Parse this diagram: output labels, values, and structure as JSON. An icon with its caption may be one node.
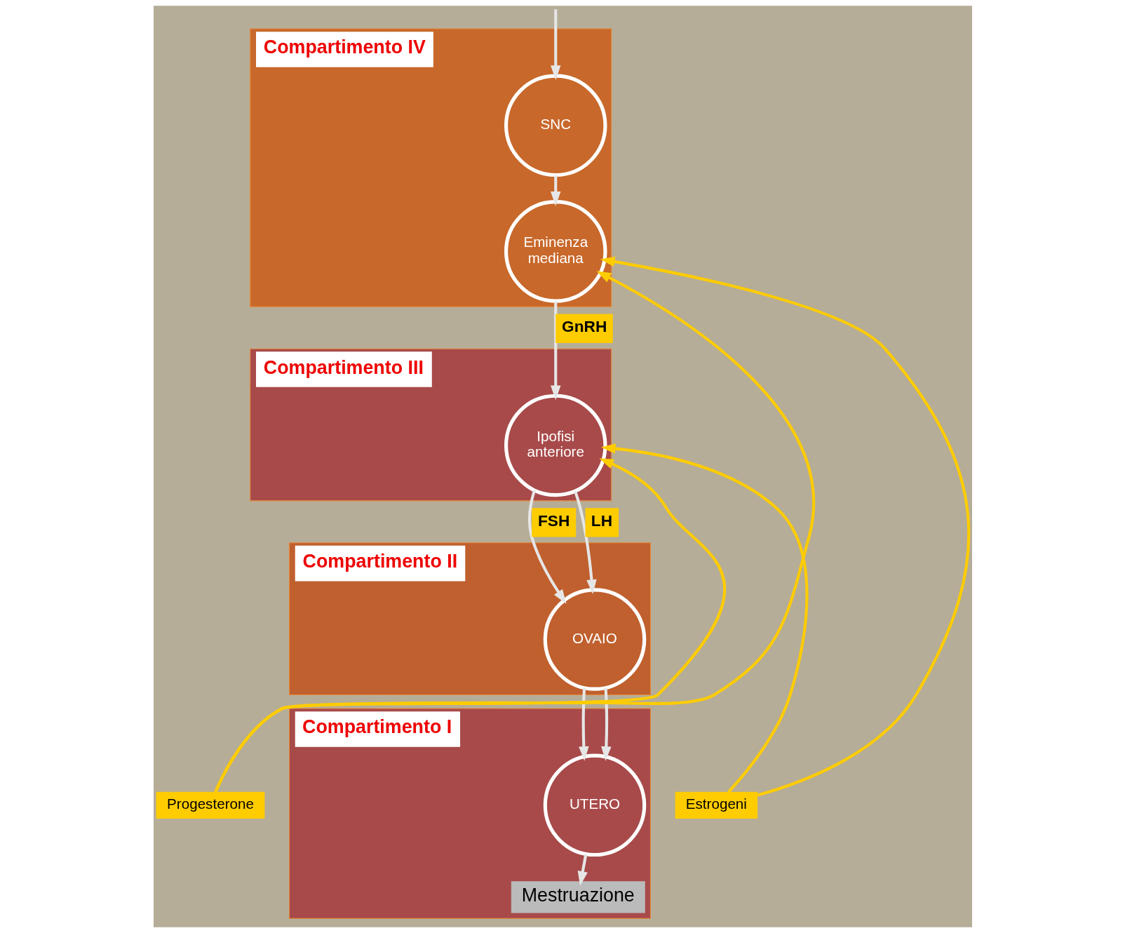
{
  "diagram": {
    "nodes": [
      {
        "text": [
          "Compartimento IV"
        ]
      },
      {
        "text": [
          "SNC"
        ],
        "in": 0
      },
      {
        "text": [
          "Eminenza mediana"
        ],
        "in": 0
      },
      {
        "text": [
          "Compartimento III"
        ]
      },
      {
        "text": [
          "Ipofisi anteriore"
        ],
        "in": 3
      },
      {
        "text": [
          "Compartimento II"
        ]
      },
      {
        "text": [
          "OVAIO"
        ],
        "in": 5
      },
      {
        "text": [
          "Progesterone"
        ]
      },
      {
        "text": [
          "Estrogeni"
        ]
      },
      {
        "text": [
          "Compartimento I"
        ]
      },
      {
        "text": [
          "UTERO"
        ],
        "in": 9
      },
      {
        "text": [
          "Mestruazione"
        ],
        "in": 9
      }
    ],
    "edges": [
      {
        "from": null,
        "to": 1,
        "arrow": "to"
      },
      {
        "from": 1,
        "to": 2,
        "arrow": "to"
      },
      {
        "from": 2,
        "to": 4,
        "arrow": "to",
        "label": "GnRH"
      },
      {
        "from": 4,
        "to": 6,
        "arrow": "to",
        "label": "FSH"
      },
      {
        "from": 4,
        "to": 6,
        "arrow": "to",
        "label": "LH"
      },
      {
        "from": 6,
        "to": 10,
        "arrow": "to"
      },
      {
        "from": 6,
        "to": 10,
        "arrow": "to"
      },
      {
        "from": 10,
        "to": 11,
        "arrow": "to"
      },
      {
        "from": 7,
        "to": 2,
        "arrow": "to",
        "color": "#ffcc00"
      },
      {
        "from": 7,
        "to": 4,
        "arrow": "to",
        "color": "#ffcc00"
      },
      {
        "from": 8,
        "to": 2,
        "arrow": "to",
        "color": "#ffcc00"
      },
      {
        "from": 8,
        "to": 4,
        "arrow": "to",
        "color": "#ffcc00"
      }
    ]
  }
}
